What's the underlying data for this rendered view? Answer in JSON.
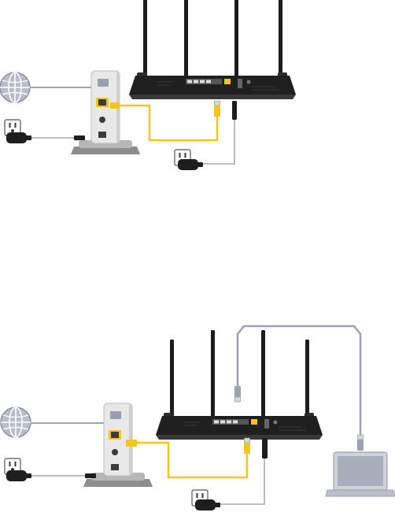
{
  "diagram": {
    "panels": [
      {
        "id": "step-1",
        "devices": [
          "internet-globe",
          "modem",
          "router",
          "modem-power-adapter",
          "router-power-adapter"
        ],
        "connections": [
          {
            "from": "internet-globe",
            "to": "modem",
            "cable": "internet"
          },
          {
            "from": "modem",
            "to": "router",
            "cable": "ethernet-yellow"
          },
          {
            "from": "wall-outlet",
            "to": "modem",
            "cable": "power"
          },
          {
            "from": "wall-outlet",
            "to": "router",
            "cable": "power"
          }
        ]
      },
      {
        "id": "step-2",
        "devices": [
          "internet-globe",
          "modem",
          "router",
          "laptop",
          "modem-power-adapter",
          "router-power-adapter"
        ],
        "connections": [
          {
            "from": "internet-globe",
            "to": "modem",
            "cable": "internet"
          },
          {
            "from": "modem",
            "to": "router",
            "cable": "ethernet-yellow"
          },
          {
            "from": "router",
            "to": "laptop",
            "cable": "ethernet-gray"
          },
          {
            "from": "wall-outlet",
            "to": "modem",
            "cable": "power"
          },
          {
            "from": "wall-outlet",
            "to": "router",
            "cable": "power"
          }
        ]
      }
    ]
  },
  "colors": {
    "router_body": "#1f1f1f",
    "antenna": "#1c1c1c",
    "ethernet_yellow": "#f7c41a",
    "ethernet_gray": "#9ea3b3",
    "power_cable": "#bdbdbd",
    "modem_body": "#e6e6e6",
    "laptop_body": "#cfd2d9",
    "globe": "#b8bccb"
  }
}
